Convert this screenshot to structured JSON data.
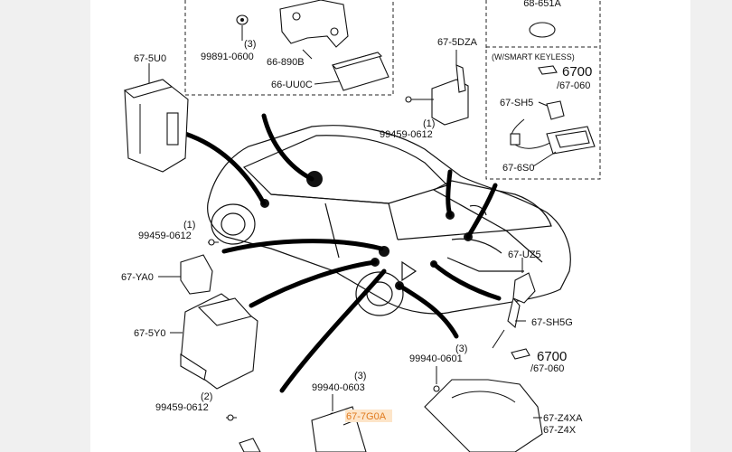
{
  "diagram": {
    "labels": {
      "kit_top": "68-651A",
      "smart_keyless": "(W/SMART KEYLESS)",
      "ref_6700_top": "6700",
      "ref_67060_top": "/67-060",
      "sh5": "67-SH5",
      "s0": "67-6S0",
      "dza": "67-5DZA",
      "qty_1_dza": "(1)",
      "bolt_dza": "99459-0612",
      "qty_3_top": "(3)",
      "nut_top": "99891-0600",
      "bracket_890b": "66-890B",
      "module_uu0c": "66-UU0C",
      "u0": "67-5U0",
      "qty_1_ya0": "(1)",
      "bolt_ya0": "99459-0612",
      "ya0": "67-YA0",
      "y0": "67-5Y0",
      "qty_2": "(2)",
      "bolt_y0": "99459-0612",
      "qty_3_603": "(3)",
      "nut_603": "99940-0603",
      "g0a": "67-7G0A",
      "uz5": "67-UZ5",
      "sh5g": "67-SH5G",
      "qty_3_601": "(3)",
      "nut_601": "99940-0601",
      "ref_6700_bottom": "6700",
      "ref_67060_bottom": "/67-060",
      "z4xa": "67-Z4XA",
      "z4x": "67-Z4X"
    }
  }
}
